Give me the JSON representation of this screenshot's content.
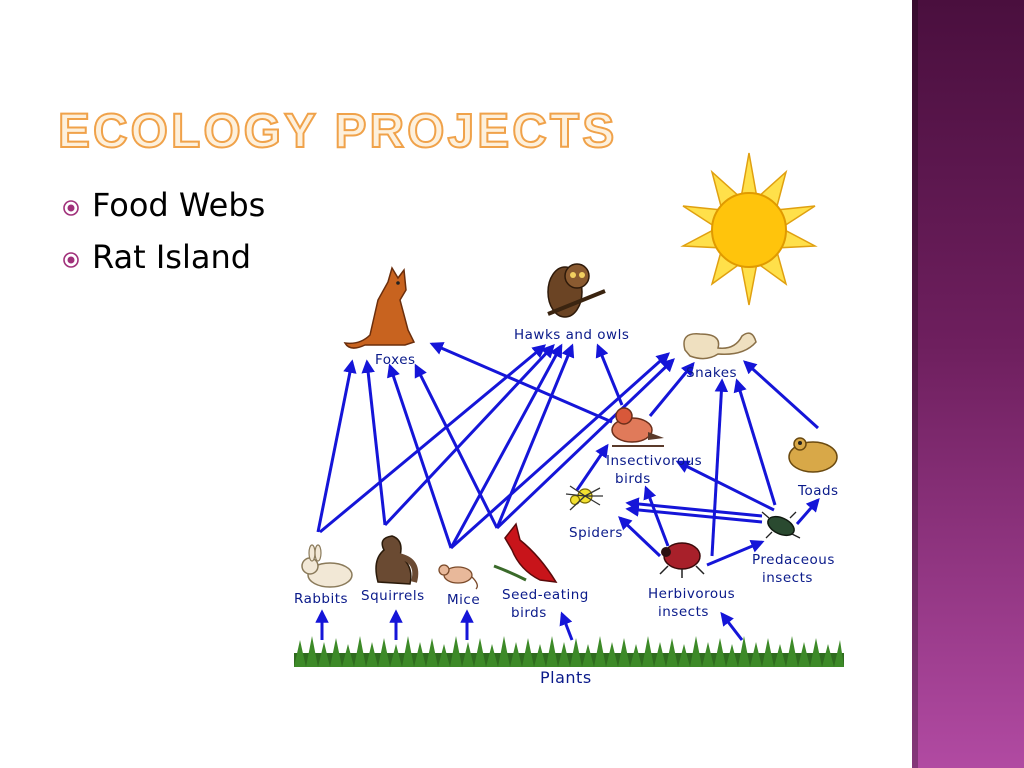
{
  "slide": {
    "title": "Ecology Projects",
    "bullets": [
      "Food Webs",
      "Rat Island"
    ]
  },
  "food_web": {
    "nodes": {
      "foxes": "Foxes",
      "hawks": "Hawks and owls",
      "snakes": "Snakes",
      "insect_birds_1": "Insectivorous",
      "insect_birds_2": "birds",
      "toads": "Toads",
      "spiders": "Spiders",
      "predaceous_1": "Predaceous",
      "predaceous_2": "insects",
      "rabbits": "Rabbits",
      "squirrels": "Squirrels",
      "mice": "Mice",
      "seed_birds_1": "Seed-eating",
      "seed_birds_2": "birds",
      "herbivorous_1": "Herbivorous",
      "herbivorous_2": "insects",
      "plants": "Plants"
    },
    "edges": [
      [
        "plants",
        "rabbits"
      ],
      [
        "plants",
        "squirrels"
      ],
      [
        "plants",
        "mice"
      ],
      [
        "plants",
        "seed-eating birds"
      ],
      [
        "plants",
        "herbivorous insects"
      ],
      [
        "rabbits",
        "foxes"
      ],
      [
        "rabbits",
        "hawks and owls"
      ],
      [
        "squirrels",
        "foxes"
      ],
      [
        "squirrels",
        "hawks and owls"
      ],
      [
        "mice",
        "foxes"
      ],
      [
        "mice",
        "hawks and owls"
      ],
      [
        "mice",
        "snakes"
      ],
      [
        "seed-eating birds",
        "foxes"
      ],
      [
        "seed-eating birds",
        "hawks and owls"
      ],
      [
        "seed-eating birds",
        "snakes"
      ],
      [
        "insectivorous birds",
        "foxes"
      ],
      [
        "insectivorous birds",
        "hawks and owls"
      ],
      [
        "insectivorous birds",
        "snakes"
      ],
      [
        "spiders",
        "insectivorous birds"
      ],
      [
        "herbivorous insects",
        "spiders"
      ],
      [
        "herbivorous insects",
        "insectivorous birds"
      ],
      [
        "herbivorous insects",
        "predaceous insects"
      ],
      [
        "predaceous insects",
        "spiders"
      ],
      [
        "predaceous insects",
        "insectivorous birds"
      ],
      [
        "predaceous insects",
        "toads"
      ],
      [
        "predaceous insects",
        "snakes"
      ],
      [
        "toads",
        "snakes"
      ]
    ]
  },
  "colors": {
    "arrow": "#1515d8",
    "label": "#0a1a8a",
    "title_fill": "#fdf0dc",
    "title_stroke": "#f0a24a",
    "accent_sidebar": "#6e1f5e",
    "bullet": "#a0307a"
  }
}
